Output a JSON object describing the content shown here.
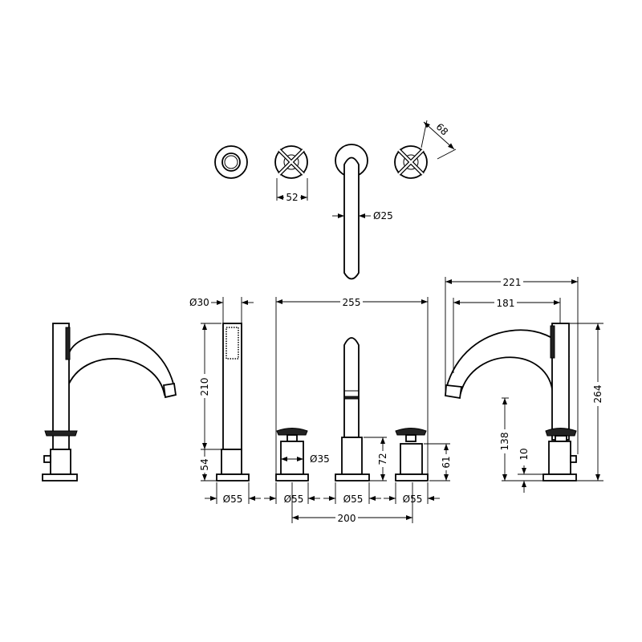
{
  "title": "Bath shower mixer dimension drawing",
  "ink_color": "#000000",
  "plan_view": {
    "handle_width": "52",
    "handle_diagonal": "68",
    "spout_diameter": "Ø25"
  },
  "front_view": {
    "shower_diameter": "Ø30",
    "shower_handset_height": "210",
    "shower_base_height": "54",
    "overall_width": "255",
    "valve_body_diameter": "Ø35",
    "spout_base_height": "72",
    "valve_height": "61",
    "base_diameters": [
      "Ø55",
      "Ø55",
      "Ø55",
      "Ø55"
    ],
    "valve_centres": "200"
  },
  "side_view": {
    "overall_projection": "221",
    "spout_projection": "181",
    "overall_height": "264",
    "spout_outlet_height": "138",
    "plate_height": "10"
  }
}
